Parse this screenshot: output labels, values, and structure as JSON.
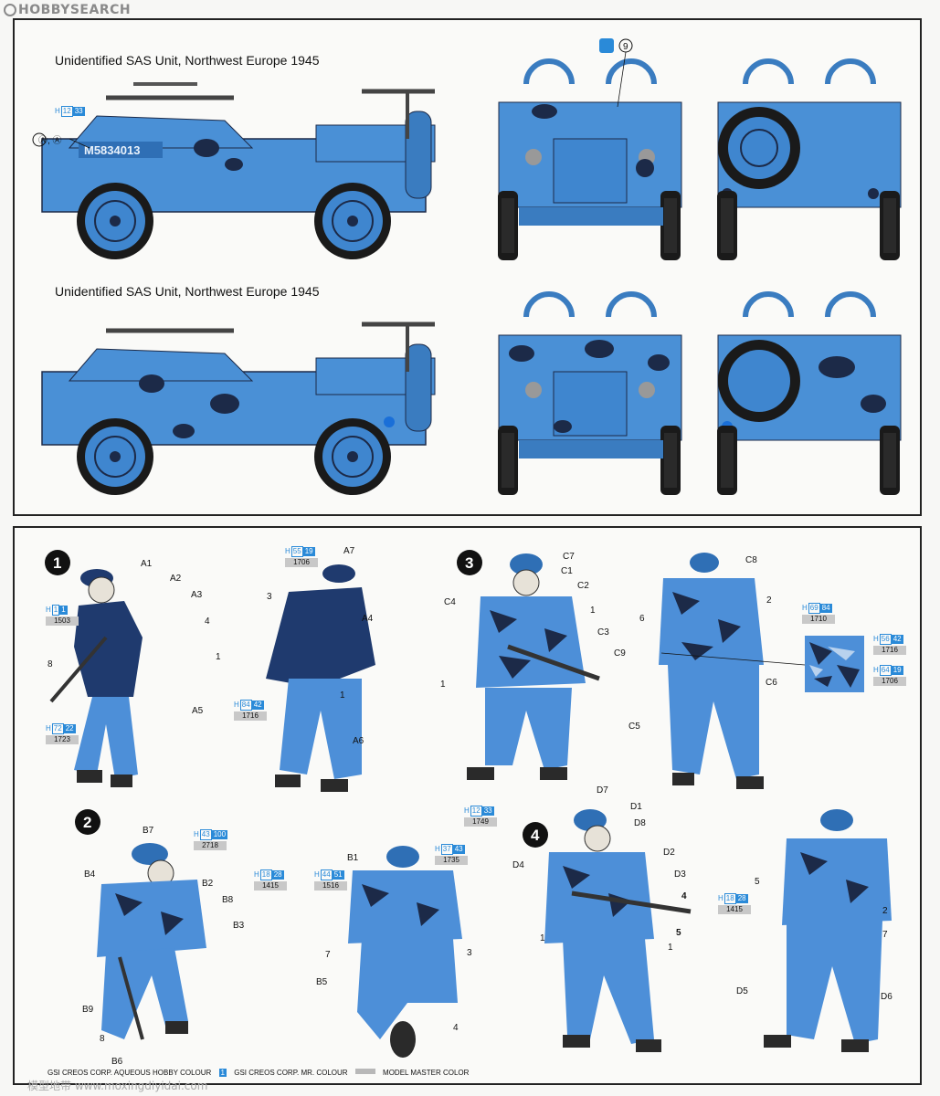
{
  "watermark": {
    "brand": "HOBBY",
    "search": "SEARCH"
  },
  "captions": {
    "top": "Unidentified SAS Unit, Northwest Europe 1945",
    "bottom": "Unidentified SAS Unit, Northwest Europe 1945"
  },
  "vehicle": {
    "plate": "M5834013",
    "decal_marks": "Ⓐ, Ⓐ",
    "decal_number": "9",
    "paint": {
      "h": "H",
      "hnum": "12",
      "cnum": "33"
    }
  },
  "figures": {
    "f1": {
      "number": "1",
      "parts": [
        "A1",
        "A2",
        "A3",
        "4",
        "1",
        "8",
        "A5"
      ],
      "paint_a": {
        "h": "H",
        "hnum": "1",
        "cnum": "1",
        "mm": "1503"
      },
      "paint_b": {
        "h": "H",
        "hnum": "72",
        "cnum": "22",
        "mm": "1723"
      }
    },
    "f1b": {
      "parts": [
        "A7",
        "3",
        "A4",
        "1",
        "A6"
      ],
      "paint_a": {
        "h": "H",
        "hnum": "55",
        "cnum": "19",
        "mm": "1706"
      },
      "paint_b": {
        "h": "H",
        "hnum": "84",
        "cnum": "42",
        "mm": "1716"
      }
    },
    "f2": {
      "number": "2",
      "parts": [
        "B7",
        "B4",
        "B2",
        "B8",
        "B3",
        "B9",
        "8",
        "B6"
      ],
      "paint_a": {
        "h": "H",
        "hnum": "43",
        "cnum": "100",
        "mm": "2718"
      },
      "paint_b": {
        "h": "H",
        "hnum": "18",
        "cnum": "28",
        "mm": "1415"
      }
    },
    "f2b": {
      "parts": [
        "B1",
        "7",
        "B5",
        "3",
        "4"
      ],
      "paint_a": {
        "h": "H",
        "hnum": "44",
        "cnum": "51",
        "mm": "1516"
      },
      "paint_b": {
        "h": "H",
        "hnum": "37",
        "cnum": "43",
        "mm": "1735"
      }
    },
    "f3": {
      "number": "3",
      "parts": [
        "C7",
        "C1",
        "C2",
        "C4",
        "1",
        "C3",
        "C9",
        "1"
      ],
      "paint_a": {
        "h": "H",
        "hnum": "12",
        "cnum": "33",
        "mm": "1749"
      }
    },
    "f3b": {
      "parts": [
        "C8",
        "6",
        "2",
        "C6",
        "C5"
      ],
      "swatch": [
        {
          "h": "H",
          "hnum": "69",
          "cnum": "84",
          "mm": "1710"
        },
        {
          "h": "H",
          "hnum": "56",
          "cnum": "42",
          "mm": "1716"
        },
        {
          "h": "H",
          "hnum": "64",
          "cnum": "19",
          "mm": "1706"
        }
      ]
    },
    "f4": {
      "number": "4",
      "parts": [
        "D7",
        "D1",
        "D8",
        "D4",
        "D2",
        "D3",
        "4",
        "5",
        "1",
        "1"
      ],
      "paint_a": {
        "h": "H",
        "hnum": "18",
        "cnum": "28",
        "mm": "1415"
      }
    },
    "f4b": {
      "parts": [
        "5",
        "2",
        "7",
        "D5",
        "D6"
      ]
    }
  },
  "legend": {
    "gsi_aqueous": "GSI CREOS CORP. AQUEOUS HOBBY COLOUR",
    "gsi_mr_num": "1",
    "gsi_mr": "GSI CREOS CORP. MR. COLOUR",
    "model_master": "MODEL MASTER COLOR"
  },
  "footer_watermark": "模型地带 www.moxingdiyidai.com",
  "colors": {
    "jeep_blue": "#4a90d6",
    "camo_dark": "#1c2a48",
    "uniform_blue": "#4d8fd8",
    "navy": "#1f3a6e",
    "accent": "#2a8ad8"
  }
}
